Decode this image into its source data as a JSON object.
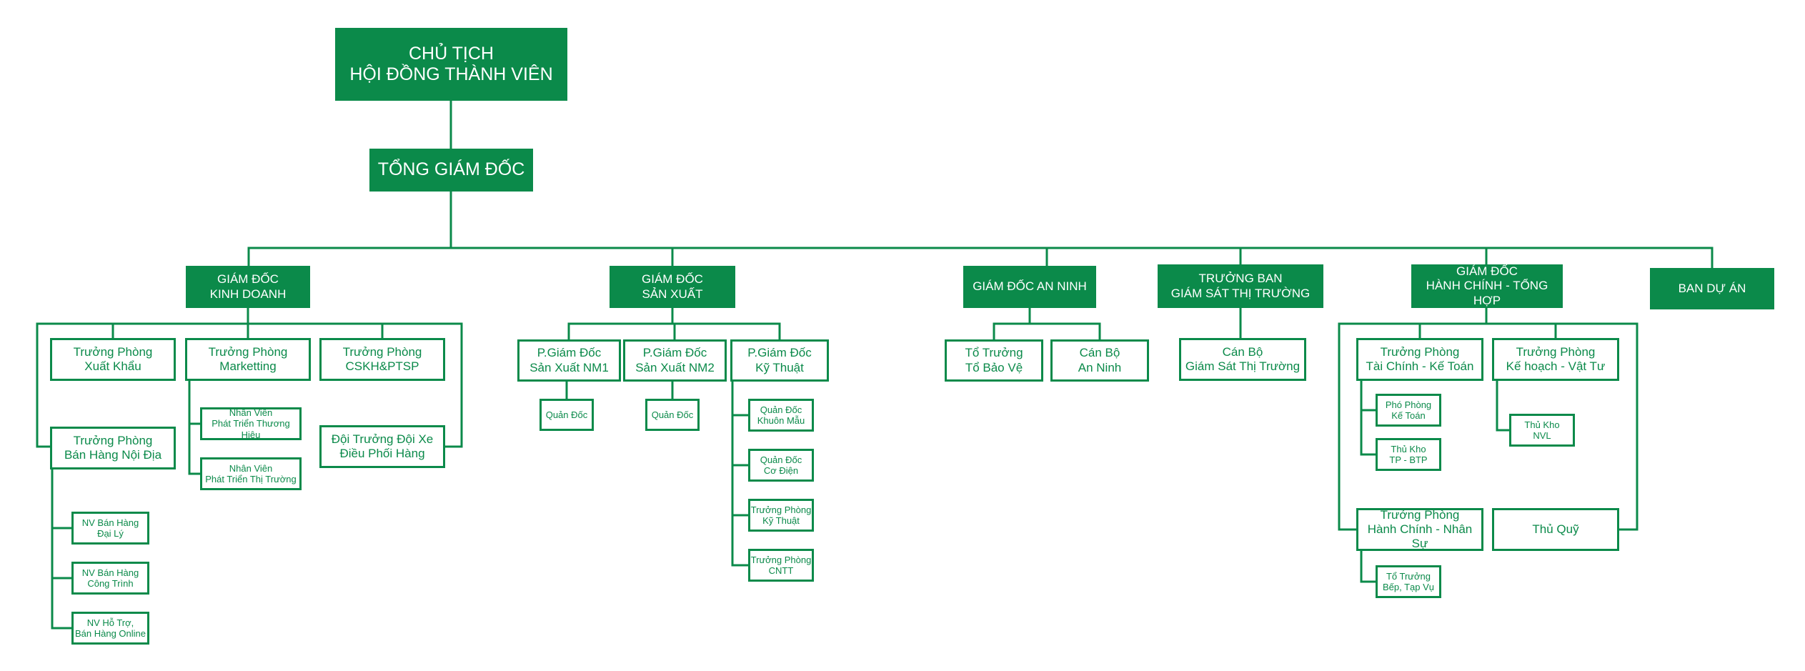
{
  "colors": {
    "primary": "#0b8a4a",
    "background": "#ffffff",
    "filled_text": "#ffffff"
  },
  "nodes": {
    "chu_tich": "CHỦ TỊCH\nHỘI ĐỒNG THÀNH VIÊN",
    "tong_giam_doc": "TỔNG GIÁM ĐỐC",
    "gd_kinh_doanh": "GIÁM ĐỐC\nKINH DOANH",
    "gd_san_xuat": "GIÁM ĐỐC\nSẢN XUẤT",
    "gd_an_ninh": "GIÁM ĐỐC AN NINH",
    "truong_ban_gstt": "TRƯỞNG BAN\nGIÁM SÁT THỊ TRƯỜNG",
    "gd_hcth": "GIÁM ĐỐC\nHÀNH CHÍNH - TỔNG HỢP",
    "ban_du_an": "BAN DỰ ÁN",
    "tp_xuat_khau": "Trưởng Phòng\nXuất Khẩu",
    "tp_marketting": "Trưởng Phòng\nMarketting",
    "tp_cskh": "Trưởng Phòng\nCSKH&PTSP",
    "tp_ban_hang_noi_dia": "Trưởng Phòng\nBán Hàng Nội Địa",
    "nv_pt_thuong_hieu": "Nhân Viên\nPhát Triển Thương Hiệu",
    "nv_pt_thi_truong": "Nhân Viên\nPhát Triển Thị Trường",
    "doi_truong_xe": "Đội Trưởng Đội Xe\nĐiều Phối Hàng",
    "nv_bh_dai_ly": "NV Bán Hàng\nĐại Lý",
    "nv_bh_cong_trinh": "NV Bán Hàng\nCông Trình",
    "nv_ho_tro_online": "NV Hỗ Trợ,\nBán Hàng Online",
    "pgd_nm1": "P.Giám Đốc\nSản Xuất NM1",
    "pgd_nm2": "P.Giám Đốc\nSản Xuất NM2",
    "pgd_ky_thuat": "P.Giám Đốc\nKỹ Thuật",
    "quan_doc_1": "Quản Đốc",
    "quan_doc_2": "Quản Đốc",
    "qd_khuon_mau": "Quản Đốc\nKhuôn Mẫu",
    "qd_co_dien": "Quản Đốc\nCơ Điện",
    "tp_ky_thuat": "Trưởng Phòng\nKỹ Thuật",
    "tp_cntt": "Trưởng Phòng\nCNTT",
    "to_truong_bao_ve": "Tổ Trưởng\nTổ Bảo Vệ",
    "can_bo_an_ninh": "Cán Bộ\nAn Ninh",
    "can_bo_gstt": "Cán Bộ\nGiám Sát Thị Trường",
    "tp_tai_chinh": "Trưởng Phòng\nTài Chính - Kế Toán",
    "tp_ke_hoach": "Trưởng Phòng\nKế hoạch - Vật Tư",
    "pho_phong_ke_toan": "Phó Phòng\nKế Toán",
    "thu_kho_tp_btp": "Thủ Kho\nTP - BTP",
    "thu_kho_nvl": "Thủ Kho\nNVL",
    "tp_hanh_chinh_ns": "Trưởng Phòng\nHành Chính - Nhân Sự",
    "thu_quy": "Thủ Quỹ",
    "to_truong_bep": "Tổ Trưởng\nBếp, Tạp Vụ"
  }
}
